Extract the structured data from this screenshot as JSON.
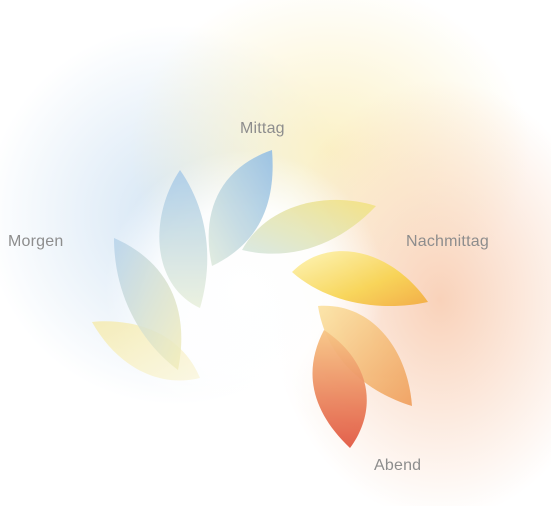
{
  "labels": {
    "morgen": "Morgen",
    "mittag": "Mittag",
    "nachmittag": "Nachmittag",
    "abend": "Abend"
  },
  "colors": {
    "morning_blue": "#a9cbe8",
    "noon_yellow": "#f3e27a",
    "afternoon_orange": "#f3b24a",
    "evening_red": "#e2563c",
    "label_gray": "#8d8d8d"
  }
}
